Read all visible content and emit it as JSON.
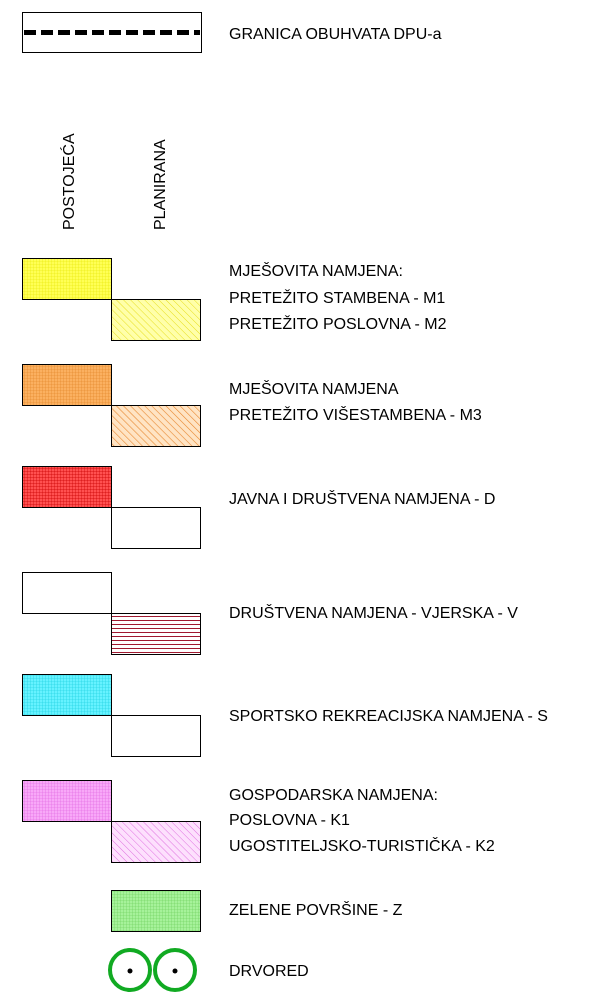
{
  "boundary": {
    "label": "GRANICA OBUHVATA DPU-a"
  },
  "columns": {
    "existing": "POSTOJEĆA",
    "planned": "PLANIRANA"
  },
  "legend": [
    {
      "lines": [
        "MJEŠOVITA NAMJENA:",
        "PRETEŽITO STAMBENA - M1",
        "PRETEŽITO POSLOVNA - M2"
      ],
      "existing_color": "#ffff66",
      "planned_color": "#ffff99",
      "planned_hatch": "diagonal"
    },
    {
      "lines": [
        "MJEŠOVITA NAMJENA",
        "PRETEŽITO VIŠESTAMBENA - M3"
      ],
      "existing_color": "#f7a450",
      "planned_color": "#f7a450",
      "planned_hatch": "diagonal"
    },
    {
      "lines": [
        "JAVNA I DRUŠTVENA NAMJENA - D"
      ],
      "existing_color": "#ff4444",
      "planned_color": "#ffffff",
      "planned_hatch": "none"
    },
    {
      "lines": [
        "DRUŠTVENA NAMJENA - VJERSKA - V"
      ],
      "existing_color": "#ffffff",
      "planned_color": "#a01830",
      "planned_hatch": "horizontal"
    },
    {
      "lines": [
        "SPORTSKO REKREACIJSKA NAMJENA - S"
      ],
      "existing_color": "#55eeff",
      "planned_color": "#ffffff",
      "planned_hatch": "none"
    },
    {
      "lines": [
        "GOSPODARSKA NAMJENA:",
        "POSLOVNA - K1",
        "UGOSTITELJSKO-TURISTIČKA - K2"
      ],
      "existing_color": "#f799f7",
      "planned_color": "#f799f7",
      "planned_hatch": "diagonal"
    }
  ],
  "green": {
    "label": "ZELENE POVRŠINE - Z",
    "color": "#99ee88"
  },
  "trees": {
    "label": "DRVORED",
    "color": "#11aa22"
  }
}
